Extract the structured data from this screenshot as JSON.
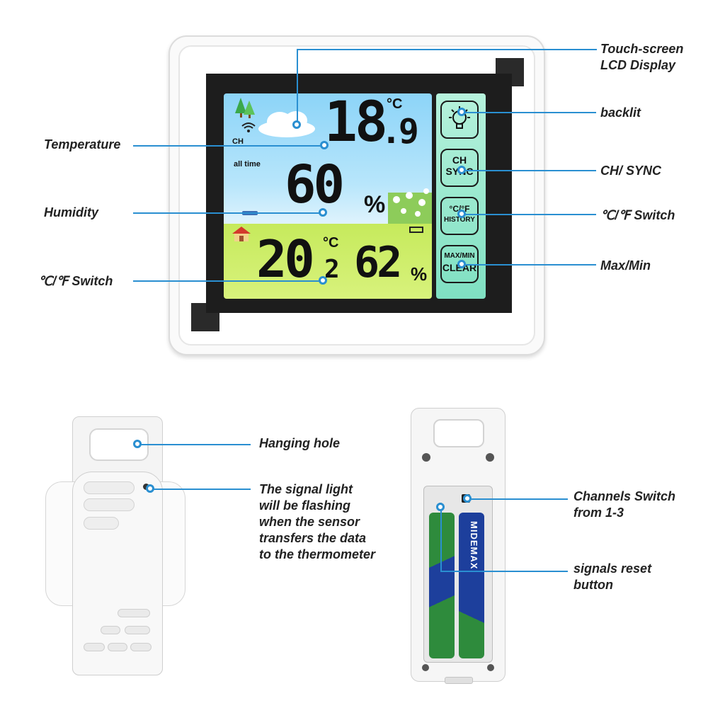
{
  "display": {
    "lcd": {
      "main_temp": "18",
      "main_temp_decimal": ".9",
      "main_temp_unit": "°C",
      "channel_text": "CH",
      "all_time_text": "all time",
      "humidity": "60",
      "humidity_unit": "%",
      "indoor_temp": "20",
      "indoor_temp_decimal": "2",
      "indoor_temp_unit": "°C",
      "indoor_humidity": "62",
      "indoor_humidity_unit": "%"
    },
    "buttons": {
      "ch_sync_top": "CH",
      "ch_sync_bottom": "SYNC",
      "history_top": "°C/°F",
      "history_bottom": "HISTORY",
      "maxmin_top": "MAX/MIN",
      "maxmin_bottom": "CLEAR"
    }
  },
  "callouts": {
    "touch_screen": "Touch-screen\nLCD Display",
    "backlit": "backlit",
    "ch_sync": "CH/ SYNC",
    "cf_switch_right": "℃/℉ Switch",
    "max_min": "Max/Min",
    "temperature": "Temperature",
    "humidity": "Humidity",
    "cf_switch_left": "℃/℉ Switch",
    "hanging_hole": "Hanging hole",
    "signal_light": "The signal light\nwill be flashing\nwhen the sensor\ntransfers the data\nto the thermometer",
    "channels_switch": "Channels Switch\nfrom 1-3",
    "reset_button": "signals reset\nbutton"
  },
  "battery_brand": "MIDEMAX",
  "colors": {
    "callout_line": "#2a8fd1",
    "lcd_sky": "#8cd4f8",
    "lcd_indoor": "#c6ea5c",
    "button_strip": "#7fe0c2",
    "battery_blue": "#1d3f9c",
    "battery_green": "#2e8b3c"
  }
}
